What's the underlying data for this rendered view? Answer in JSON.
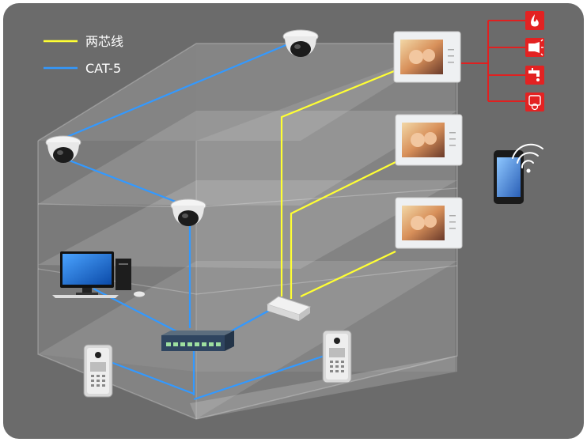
{
  "legend": {
    "items": [
      {
        "label": "两芯线",
        "color": "#ffff33"
      },
      {
        "label": "CAT-5",
        "color": "#3399ff"
      }
    ]
  },
  "colors": {
    "background": "#6b6b6b",
    "two_wire": "#ffff33",
    "cat5": "#3399ff",
    "alarm_bus": "#e02020",
    "alarm_box": "#e32222"
  },
  "building": {
    "floors": 3
  },
  "devices": {
    "cameras": [
      "dome-camera",
      "dome-camera",
      "dome-camera"
    ],
    "indoor_monitors": [
      "indoor-monitor",
      "indoor-monitor",
      "indoor-monitor"
    ],
    "alarm_sensors": [
      "fire-icon",
      "siren-icon",
      "water-leak-icon",
      "smoke-detector-icon"
    ],
    "outdoor_stations": [
      "door-station",
      "door-station"
    ],
    "network": [
      "network-switch",
      "distributor-box"
    ],
    "others": [
      "desktop-computer",
      "smartphone-wifi"
    ]
  }
}
